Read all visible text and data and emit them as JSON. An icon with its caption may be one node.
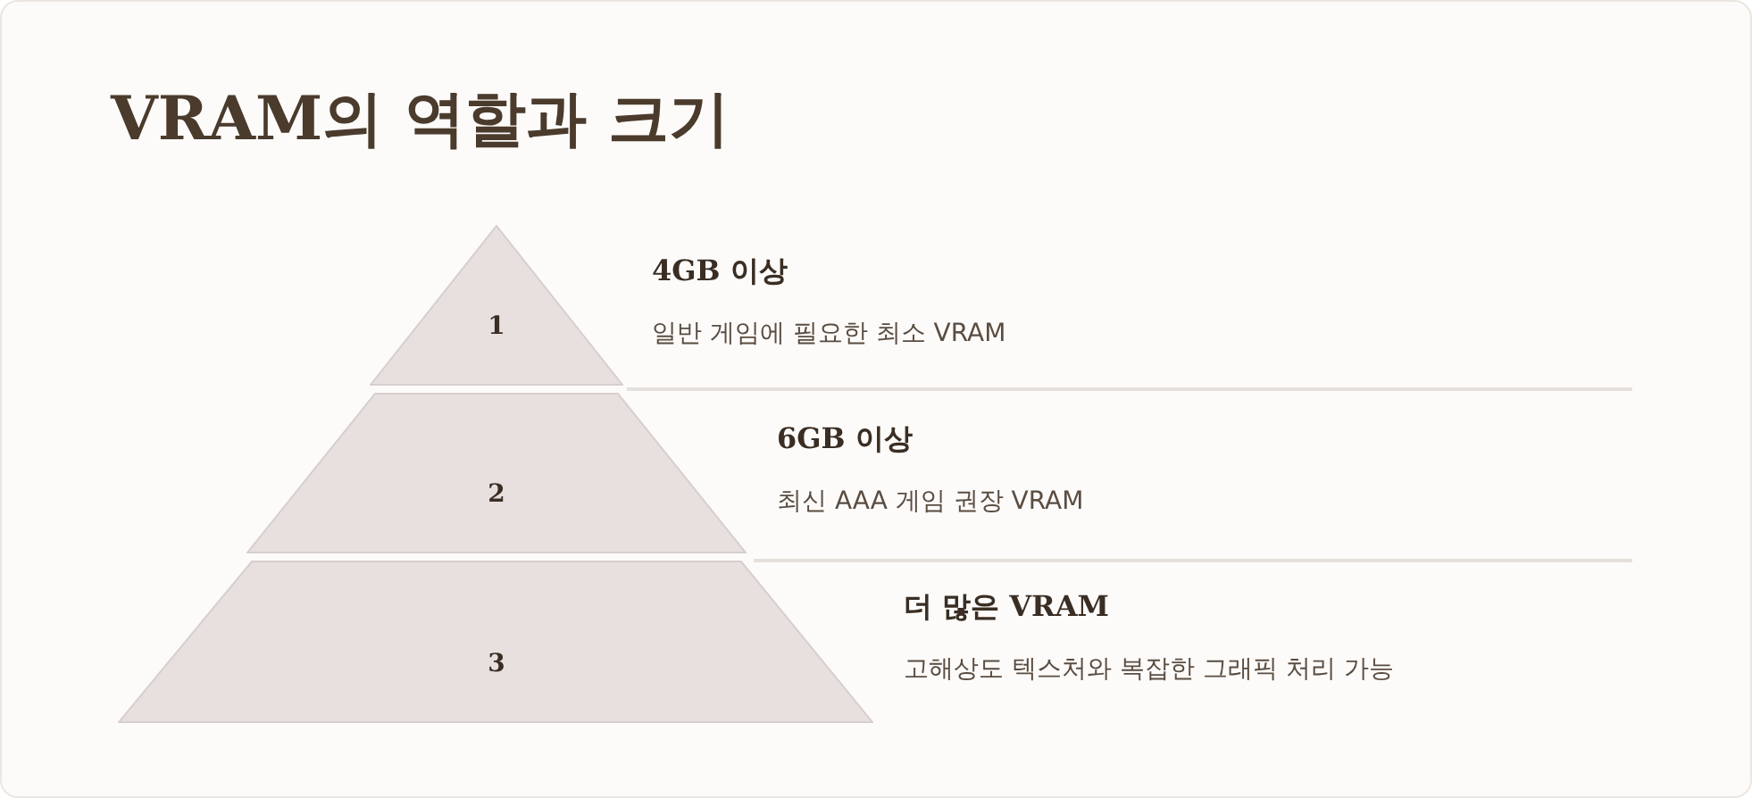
{
  "diagram": {
    "title": "VRAM의 역할과 크기",
    "nodes": [
      {
        "text": [
          "1"
        ],
        "beside": [
          "4GB 이상",
          "일반 게임에 필요한 최소 VRAM"
        ]
      },
      {
        "text": [
          "2"
        ],
        "beside": [
          "6GB 이상",
          "최신 AAA 게임 권장 VRAM"
        ]
      },
      {
        "text": [
          "3"
        ],
        "beside": [
          "더 많은 VRAM",
          "고해상도 텍스처와 복잡한 그래픽 처리 가능"
        ]
      }
    ],
    "edges": []
  }
}
